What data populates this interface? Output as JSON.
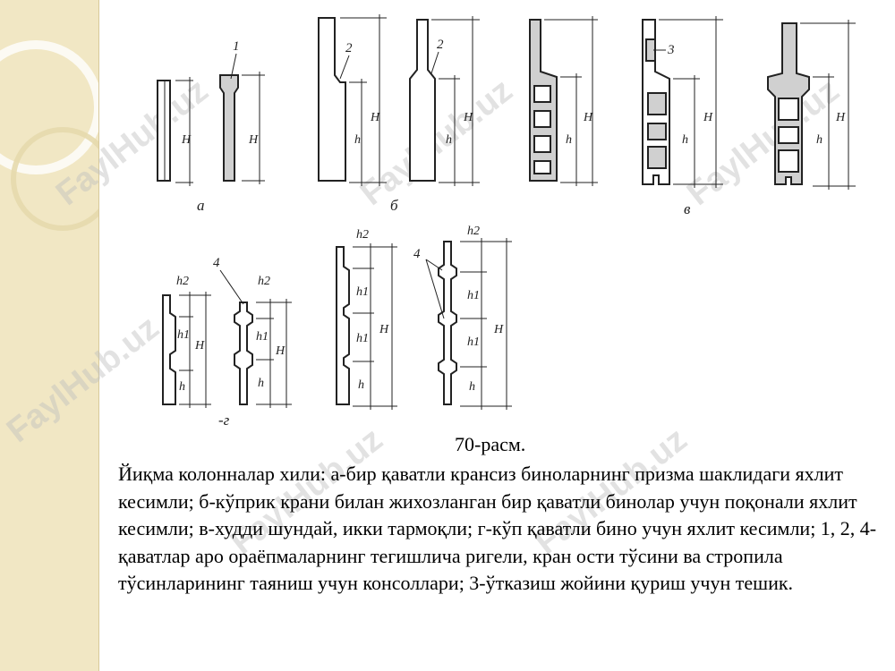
{
  "figure": {
    "parts": [
      {
        "key": "a",
        "label": "а"
      },
      {
        "key": "b",
        "label": "б"
      },
      {
        "key": "v",
        "label": "в"
      },
      {
        "key": "g",
        "label": "-г"
      }
    ],
    "callouts": [
      "1",
      "2",
      "2",
      "3",
      "4",
      "4"
    ],
    "dims": {
      "H": "H",
      "h": "h",
      "h1": "h1",
      "h2": "h2"
    }
  },
  "caption": {
    "number": "70-расм.",
    "text": "Йиқма колонналар хили: а-бир қаватли крансиз биноларнинг призма шаклидаги яхлит кесимли; б-кўприк крани билан жихозланган бир қаватли бинолар учун поқонали яхлит кесимли; в-худди шундай, икки тармоқли; г-кўп қаватли бино учун яхлит кесимли; 1, 2, 4-қаватлар аро ораёпмаларнинг тегишлича ригели, кран ости тўсини ва стропила тўсинларининг  таяниш учун консоллари; 3-ўтказиш жойини қуриш учун тешик."
  },
  "watermark": {
    "text": "FaylHub.uz"
  },
  "colors": {
    "band": "#f1e7c4",
    "ink": "#222222",
    "fill": "#d0d0d0"
  }
}
